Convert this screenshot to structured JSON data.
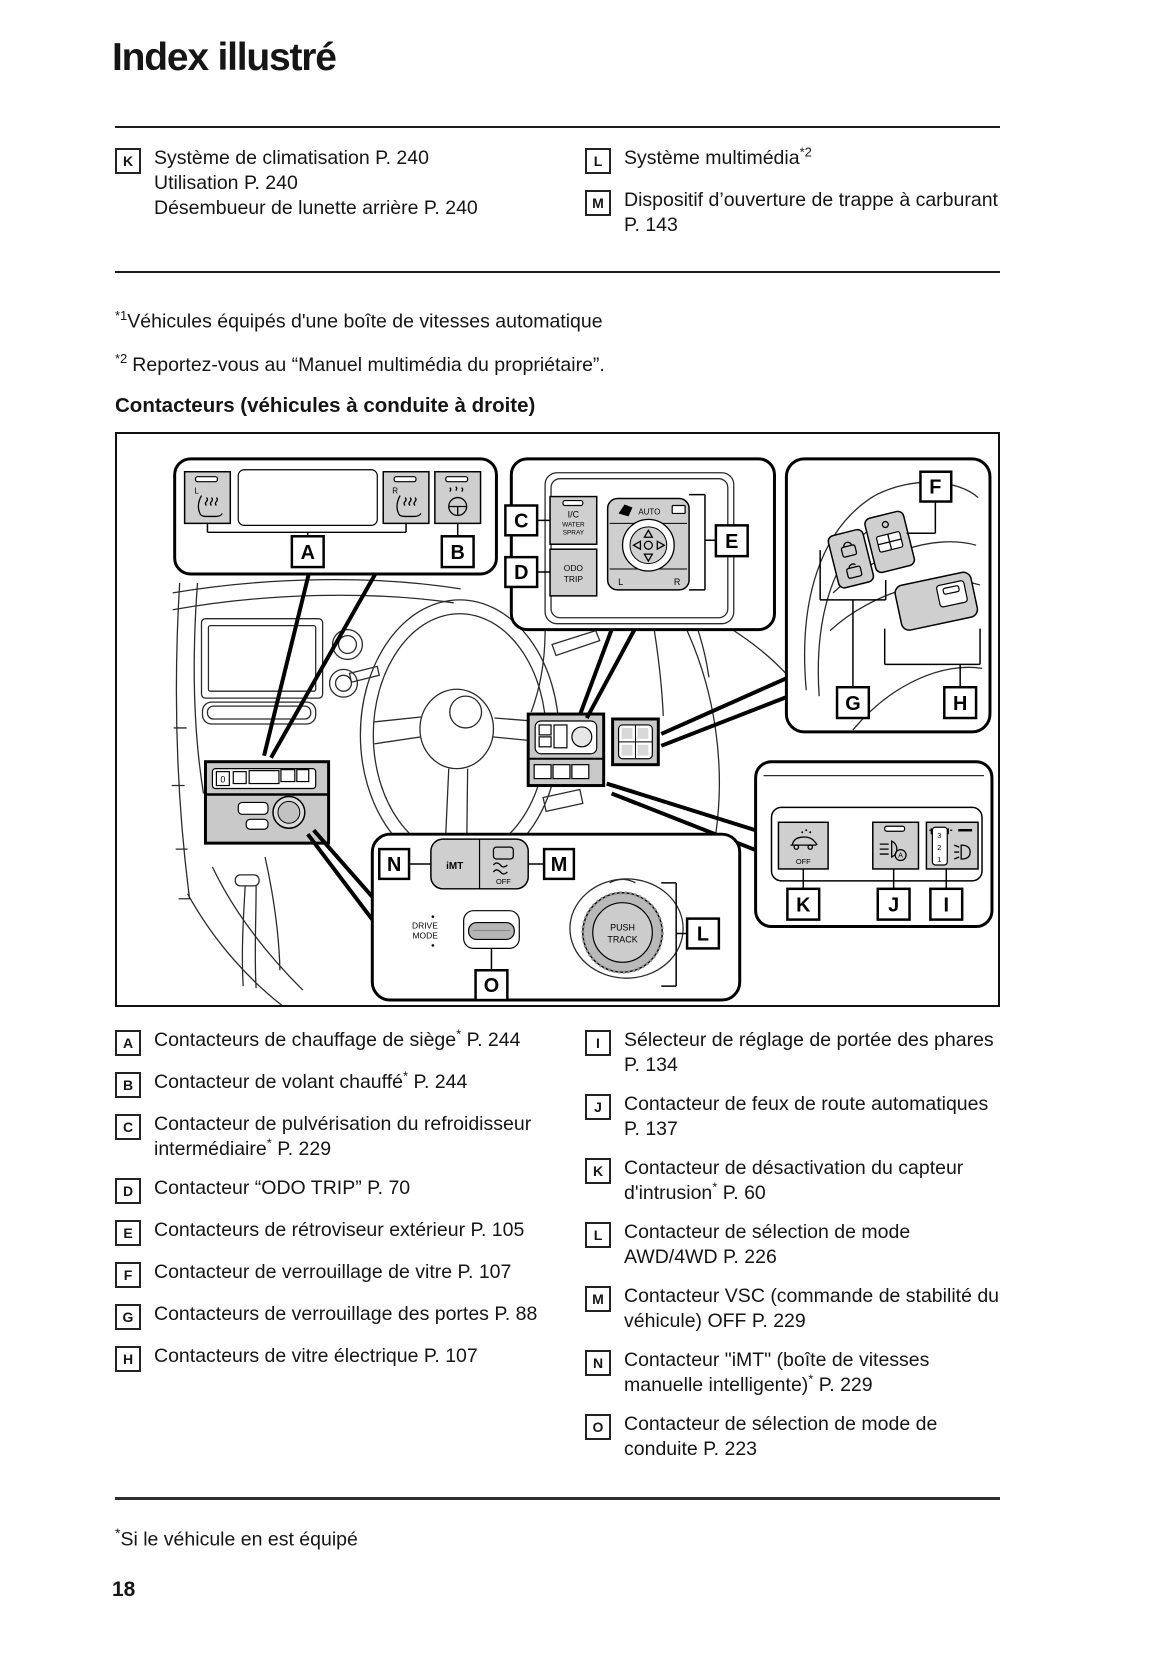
{
  "page": {
    "title": "Index illustré",
    "page_number": "18"
  },
  "section_heading": "Contacteurs (véhicules à conduite à droite)",
  "top_list": {
    "k": {
      "letter": "K",
      "lines": [
        "Système de climatisation P. 240",
        "Utilisation P. 240",
        "Désembueur de lunette arrière P. 240"
      ]
    },
    "l": {
      "letter": "L",
      "text": "Système multimédia",
      "sup": "*2"
    },
    "m": {
      "letter": "M",
      "text": "Dispositif d’ouverture de trappe à carburant P. 143"
    }
  },
  "footnotes": {
    "fn1_marker": "*1",
    "fn1_text": "Véhicules équipés d'une boîte de vitesses automatique",
    "fn2_marker": "*2",
    "fn2_text": "Reportez-vous au “Manuel multimédia du propriétaire”.",
    "bottom_marker": "*",
    "bottom_text": "Si le véhicule en est équipé"
  },
  "bottom_list": {
    "left": [
      {
        "letter": "A",
        "pre": "Contacteurs de chauffage de siège",
        "star": "*",
        "post": " P. 244"
      },
      {
        "letter": "B",
        "pre": "Contacteur de volant chauffé",
        "star": "*",
        "post": " P. 244"
      },
      {
        "letter": "C",
        "pre": "Contacteur de pulvérisation du refroidisseur intermédiaire",
        "star": "*",
        "post": " P. 229"
      },
      {
        "letter": "D",
        "pre": "Contacteur “ODO TRIP” P. 70",
        "star": "",
        "post": ""
      },
      {
        "letter": "E",
        "pre": "Contacteurs de rétroviseur extérieur P. 105",
        "star": "",
        "post": ""
      },
      {
        "letter": "F",
        "pre": "Contacteur de verrouillage de vitre P. 107",
        "star": "",
        "post": ""
      },
      {
        "letter": "G",
        "pre": "Contacteurs de verrouillage des portes P. 88",
        "star": "",
        "post": ""
      },
      {
        "letter": "H",
        "pre": "Contacteurs de vitre électrique P. 107",
        "star": "",
        "post": ""
      }
    ],
    "right": [
      {
        "letter": "I",
        "pre": "Sélecteur de réglage de portée des phares P. 134",
        "star": "",
        "post": ""
      },
      {
        "letter": "J",
        "pre": "Contacteur de feux de route automatiques P. 137",
        "star": "",
        "post": ""
      },
      {
        "letter": "K",
        "pre": "Contacteur de désactivation du capteur d'intrusion",
        "star": "*",
        "post": " P. 60"
      },
      {
        "letter": "L",
        "pre": "Contacteur de sélection de mode AWD/4WD P. 226",
        "star": "",
        "post": ""
      },
      {
        "letter": "M",
        "pre": "Contacteur VSC (commande de stabilité du véhicule) OFF P. 229",
        "star": "",
        "post": ""
      },
      {
        "letter": "N",
        "pre": "Contacteur \"iMT\" (boîte de vitesses manuelle intelligente)",
        "star": "*",
        "post": " P. 229"
      },
      {
        "letter": "O",
        "pre": "Contacteur de sélection de mode de conduite P. 223",
        "star": "",
        "post": ""
      }
    ]
  },
  "diagram": {
    "labels": {
      "A": "A",
      "B": "B",
      "C": "C",
      "D": "D",
      "E": "E",
      "F": "F",
      "G": "G",
      "H": "H",
      "I": "I",
      "J": "J",
      "K": "K",
      "L": "L",
      "M": "M",
      "N": "N",
      "O": "O"
    },
    "texts": {
      "seat_l": "L",
      "seat_r": "R",
      "zero": "0",
      "ic": "I/C",
      "water": "WATER",
      "spray": "SPRAY",
      "odo": "ODO",
      "trip": "TRIP",
      "auto": "AUTO",
      "mir_l": "L",
      "mir_r": "R",
      "imt": "iMT",
      "vsc_off": "OFF",
      "drive": "DRIVE",
      "mode": "MODE",
      "push": "PUSH",
      "track": "TRACK",
      "intr_off": "OFF",
      "beam_a": "A",
      "lvl3": "3",
      "lvl2": "2",
      "lvl1": "1"
    }
  }
}
